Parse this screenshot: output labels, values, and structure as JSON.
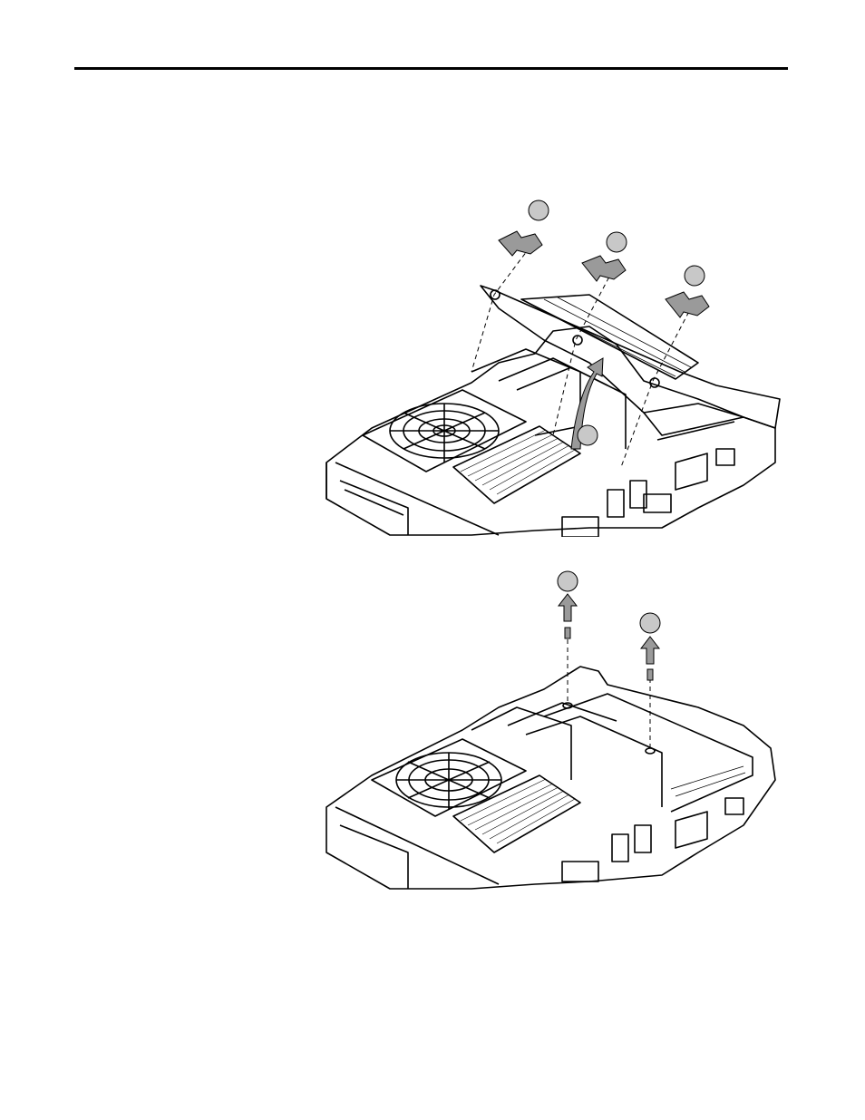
{
  "page": {
    "header_rule": true
  },
  "figure_1": {
    "description_icons": [
      "callout-circle",
      "callout-circle",
      "callout-circle",
      "callout-circle"
    ],
    "colors": {
      "line": "#000000",
      "callout_fill": "#c8c8c8",
      "arrow_fill": "#9a9a9a"
    }
  },
  "figure_2": {
    "description_icons": [
      "callout-circle",
      "callout-circle"
    ],
    "colors": {
      "line": "#000000",
      "callout_fill": "#c8c8c8",
      "arrow_fill": "#9a9a9a"
    }
  }
}
